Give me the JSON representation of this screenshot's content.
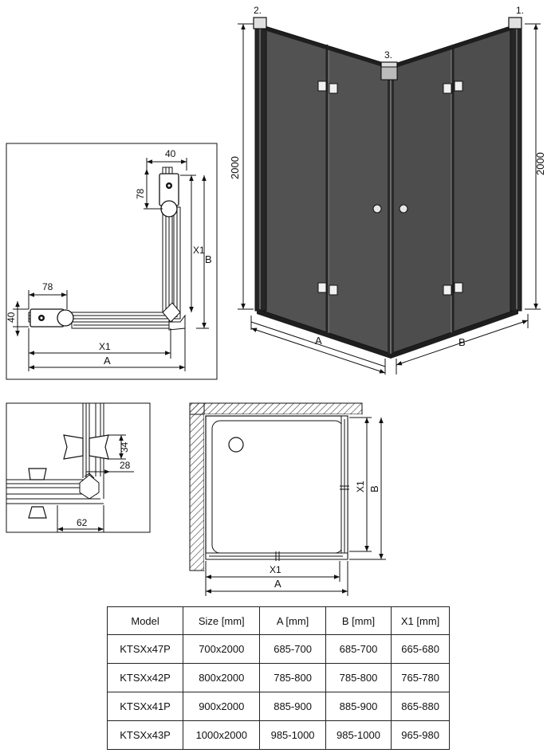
{
  "callouts": {
    "c1": "1.",
    "c2": "2.",
    "c3": "3."
  },
  "dims": {
    "h2000": "2000",
    "A": "A",
    "B": "B",
    "X1": "X1",
    "d40": "40",
    "d78": "78",
    "d34": "34",
    "d28": "28",
    "d62": "62"
  },
  "table": {
    "headers": [
      "Model",
      "Size [mm]",
      "A [mm]",
      "B [mm]",
      "X1 [mm]"
    ],
    "rows": [
      [
        "KTSXx47P",
        "700x2000",
        "685-700",
        "685-700",
        "665-680"
      ],
      [
        "KTSXx42P",
        "800x2000",
        "785-800",
        "785-800",
        "765-780"
      ],
      [
        "KTSXx41P",
        "900x2000",
        "885-900",
        "885-900",
        "865-880"
      ],
      [
        "KTSXx43P",
        "1000x2000",
        "985-1000",
        "985-1000",
        "965-980"
      ]
    ]
  }
}
